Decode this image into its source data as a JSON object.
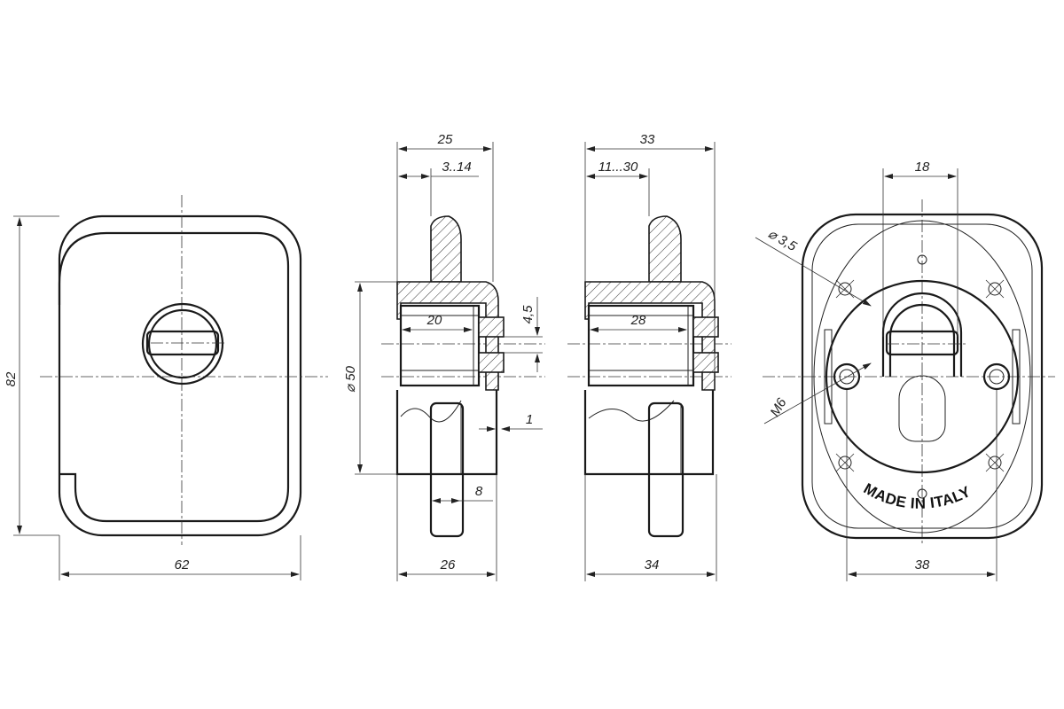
{
  "front_view": {
    "height_label": "82",
    "width_label": "62"
  },
  "side_view_a": {
    "top_total_label": "25",
    "top_range_label": "3..14",
    "inner_depth_label": "20",
    "gap_label": "4,5",
    "diameter_label": "⌀ 50",
    "wall_label": "1",
    "bottom_sub_label": "8",
    "bottom_total_label": "26"
  },
  "side_view_b": {
    "top_total_label": "33",
    "top_range_label": "11...30",
    "inner_depth_label": "28",
    "bottom_total_label": "34"
  },
  "back_view": {
    "top_label": "18",
    "hole_label": "⌀ 3,5",
    "thread_label": "M6",
    "bottom_label": "38",
    "stamp_text": "MADE IN ITALY"
  }
}
